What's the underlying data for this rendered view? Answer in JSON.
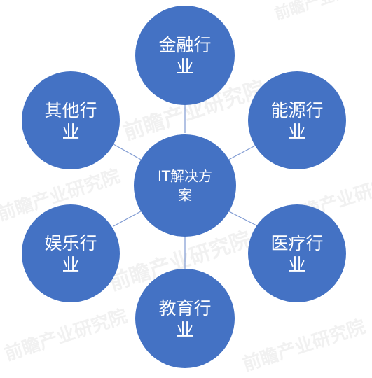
{
  "diagram": {
    "center": {
      "label_line1": "IT解决方",
      "label_line2": "案"
    },
    "nodes": [
      {
        "id": "finance",
        "line1": "金融行",
        "line2": "业"
      },
      {
        "id": "energy",
        "line1": "能源行",
        "line2": "业"
      },
      {
        "id": "medical",
        "line1": "医疗行",
        "line2": "业"
      },
      {
        "id": "education",
        "line1": "教育行",
        "line2": "业"
      },
      {
        "id": "entertainment",
        "line1": "娱乐行",
        "line2": "业"
      },
      {
        "id": "other",
        "line1": "其他行",
        "line2": "业"
      }
    ]
  },
  "watermark": {
    "text": "前瞻产业研究院"
  },
  "colors": {
    "node_fill": "#4472c4",
    "connector": "#7f9ad2",
    "text": "#ffffff",
    "watermark": "#d9d9d9"
  }
}
